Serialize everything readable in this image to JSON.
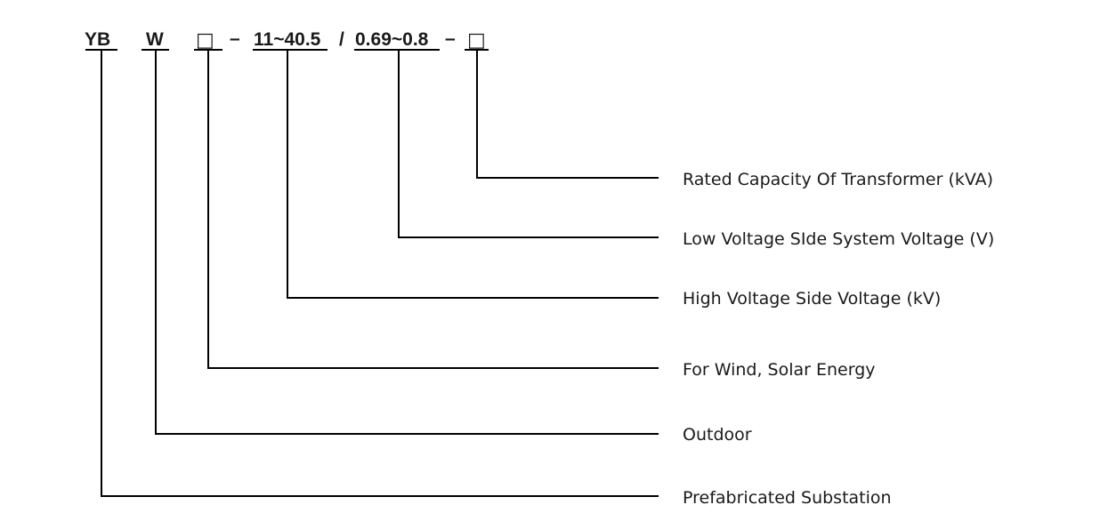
{
  "code_segments": [
    {
      "id": "prefix",
      "text": "YB"
    },
    {
      "id": "outdoor",
      "text": "W"
    },
    {
      "id": "application",
      "text": "□"
    },
    {
      "id": "sep1",
      "text": "–"
    },
    {
      "id": "hv",
      "text": "11~40.5"
    },
    {
      "id": "slash",
      "text": "/"
    },
    {
      "id": "lv",
      "text": "0.69~0.8"
    },
    {
      "id": "sep2",
      "text": "–"
    },
    {
      "id": "capacity",
      "text": "□"
    }
  ],
  "labels": [
    {
      "id": "capacity",
      "text": "Rated Capacity Of Transformer (kVA)"
    },
    {
      "id": "lv",
      "text": "Low Voltage SIde System Voltage (V)"
    },
    {
      "id": "hv",
      "text": "High Voltage Side Voltage (kV)"
    },
    {
      "id": "application",
      "text": "For Wind, Solar Energy"
    },
    {
      "id": "outdoor",
      "text": "Outdoor"
    },
    {
      "id": "prefix",
      "text": "Prefabricated Substation"
    }
  ]
}
